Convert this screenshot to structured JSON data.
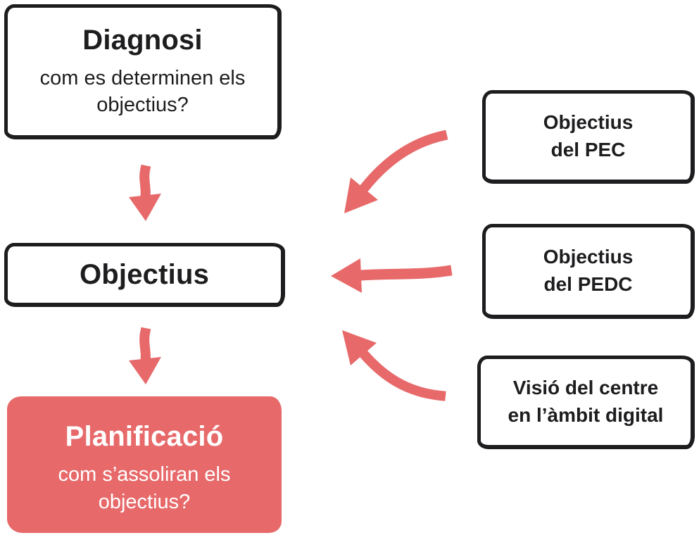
{
  "colors": {
    "accent_red": "#E7696A",
    "ink_black": "#1d1d1f",
    "background_white": "#ffffff"
  },
  "nodes": {
    "diagnosi": {
      "title": "Diagnosi",
      "subtitle": "com es determinen els objectius?"
    },
    "objectius": {
      "title": "Objectius"
    },
    "planificacio": {
      "title": "Planificació",
      "subtitle": "com s’assoliran els objectius?"
    },
    "pec": {
      "line1": "Objectius",
      "line2": "del PEC"
    },
    "pedc": {
      "line1": "Objectius",
      "line2": "del PEDC"
    },
    "visio": {
      "line1": "Visió del centre",
      "line2": "en l’àmbit digital"
    }
  },
  "arrows": [
    {
      "name": "arrow-diagnosi-to-objectius",
      "type": "down",
      "color": "#E7696A"
    },
    {
      "name": "arrow-objectius-to-planificacio",
      "type": "down",
      "color": "#E7696A"
    },
    {
      "name": "arrow-pec-to-objectius",
      "type": "curved-down-left",
      "color": "#E7696A"
    },
    {
      "name": "arrow-pedc-to-objectius",
      "type": "straight-left",
      "color": "#E7696A"
    },
    {
      "name": "arrow-visio-to-objectius",
      "type": "curved-up-left",
      "color": "#E7696A"
    }
  ]
}
